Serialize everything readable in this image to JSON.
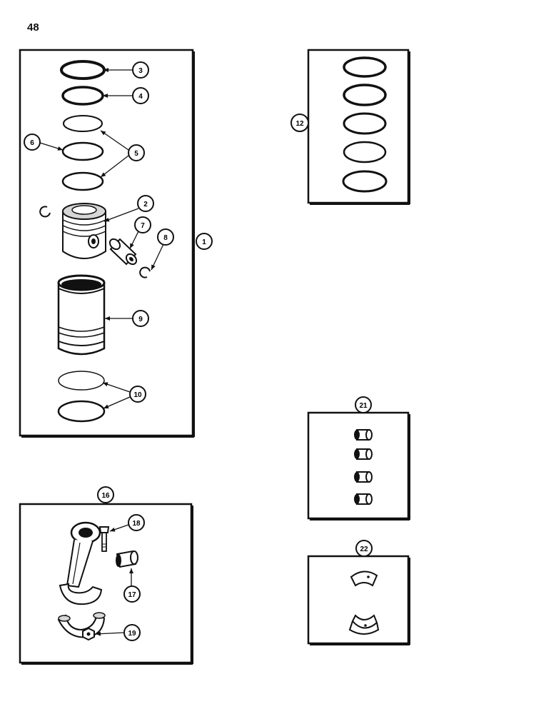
{
  "page_number": "48",
  "callouts": {
    "c1": "1",
    "c2": "2",
    "c3": "3",
    "c4": "4",
    "c5": "5",
    "c6": "6",
    "c7": "7",
    "c8": "8",
    "c9": "9",
    "c10": "10",
    "c12": "12",
    "c16": "16",
    "c17": "17",
    "c18": "18",
    "c19": "19",
    "c21": "21",
    "c22": "22"
  },
  "icons": {
    "ring": "piston-ring-icon",
    "piston": "piston-icon",
    "pin": "piston-pin-icon",
    "retainer": "snap-ring-icon",
    "sleeve": "cylinder-sleeve-icon",
    "conrod": "connecting-rod-icon",
    "bushing": "bushing-icon",
    "bearing": "bearing-shell-icon"
  },
  "colors": {
    "ink": "#111111",
    "paper": "#ffffff",
    "shade": "#d6d6d6"
  }
}
